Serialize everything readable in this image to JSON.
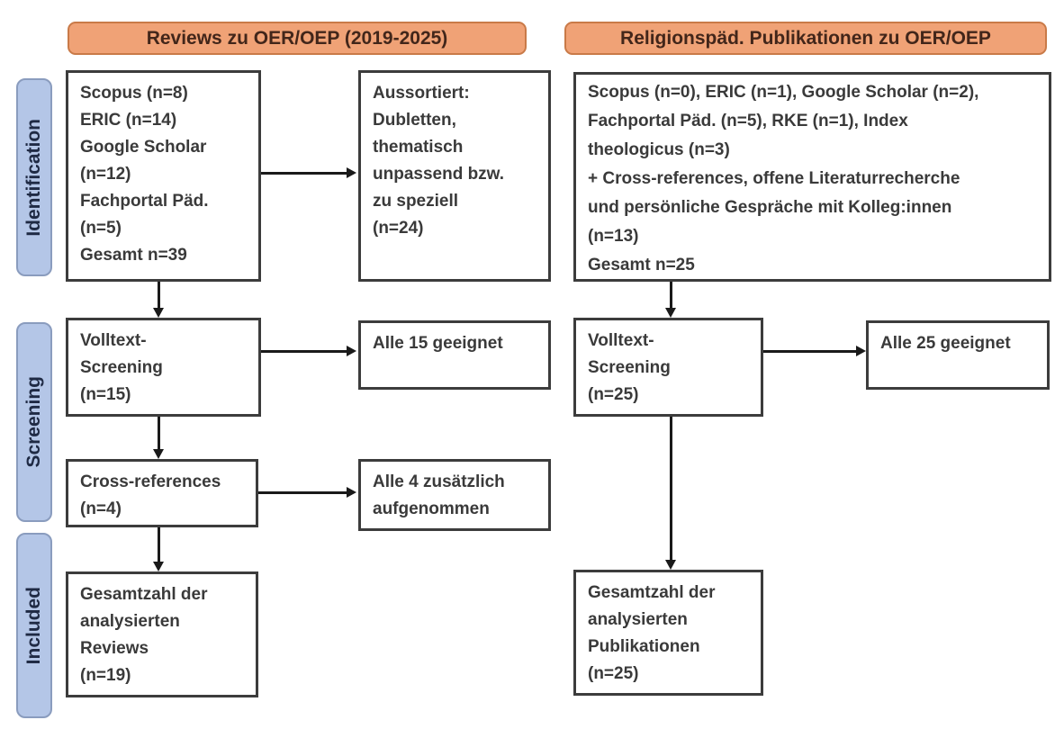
{
  "colors": {
    "header_fill": "#f0a276",
    "header_border": "#c97a48",
    "stage_fill": "#b4c6e7",
    "stage_border": "#8a9cbe",
    "box_border": "#3c3c3c",
    "arrow": "#1a1a1a"
  },
  "headers": {
    "left": "Reviews zu OER/OEP (2019-2025)",
    "right": "Religionspäd. Publikationen zu OER/OEP"
  },
  "stages": {
    "identification": "Identification",
    "screening": "Screening",
    "included": "Included"
  },
  "left_flow": {
    "sources": "Scopus (n=8)\nERIC (n=14)\nGoogle Scholar\n(n=12)\nFachportal Päd.\n(n=5)\nGesamt n=39",
    "excluded": "Aussortiert:\nDubletten,\nthematisch\nunpassend bzw.\nzu speziell\n(n=24)",
    "fulltext_screening": "Volltext-\nScreening\n(n=15)",
    "all_suitable": "Alle 15 geeignet",
    "cross_references": "Cross-references\n(n=4)",
    "additional_included": "Alle 4 zusätzlich\naufgenommen",
    "total": "Gesamtzahl der\nanalysierten\nReviews\n(n=19)"
  },
  "right_flow": {
    "sources": "Scopus (n=0), ERIC (n=1), Google Scholar (n=2),\nFachportal Päd. (n=5), RKE (n=1), Index\ntheologicus (n=3)\n+ Cross-references, offene Literaturrecherche\nund persönliche Gespräche mit Kolleg:innen\n(n=13)\nGesamt n=25",
    "fulltext_screening": "Volltext-\nScreening\n(n=25)",
    "all_suitable": "Alle 25 geeignet",
    "total": "Gesamtzahl der\nanalysierten\nPublikationen\n(n=25)"
  }
}
